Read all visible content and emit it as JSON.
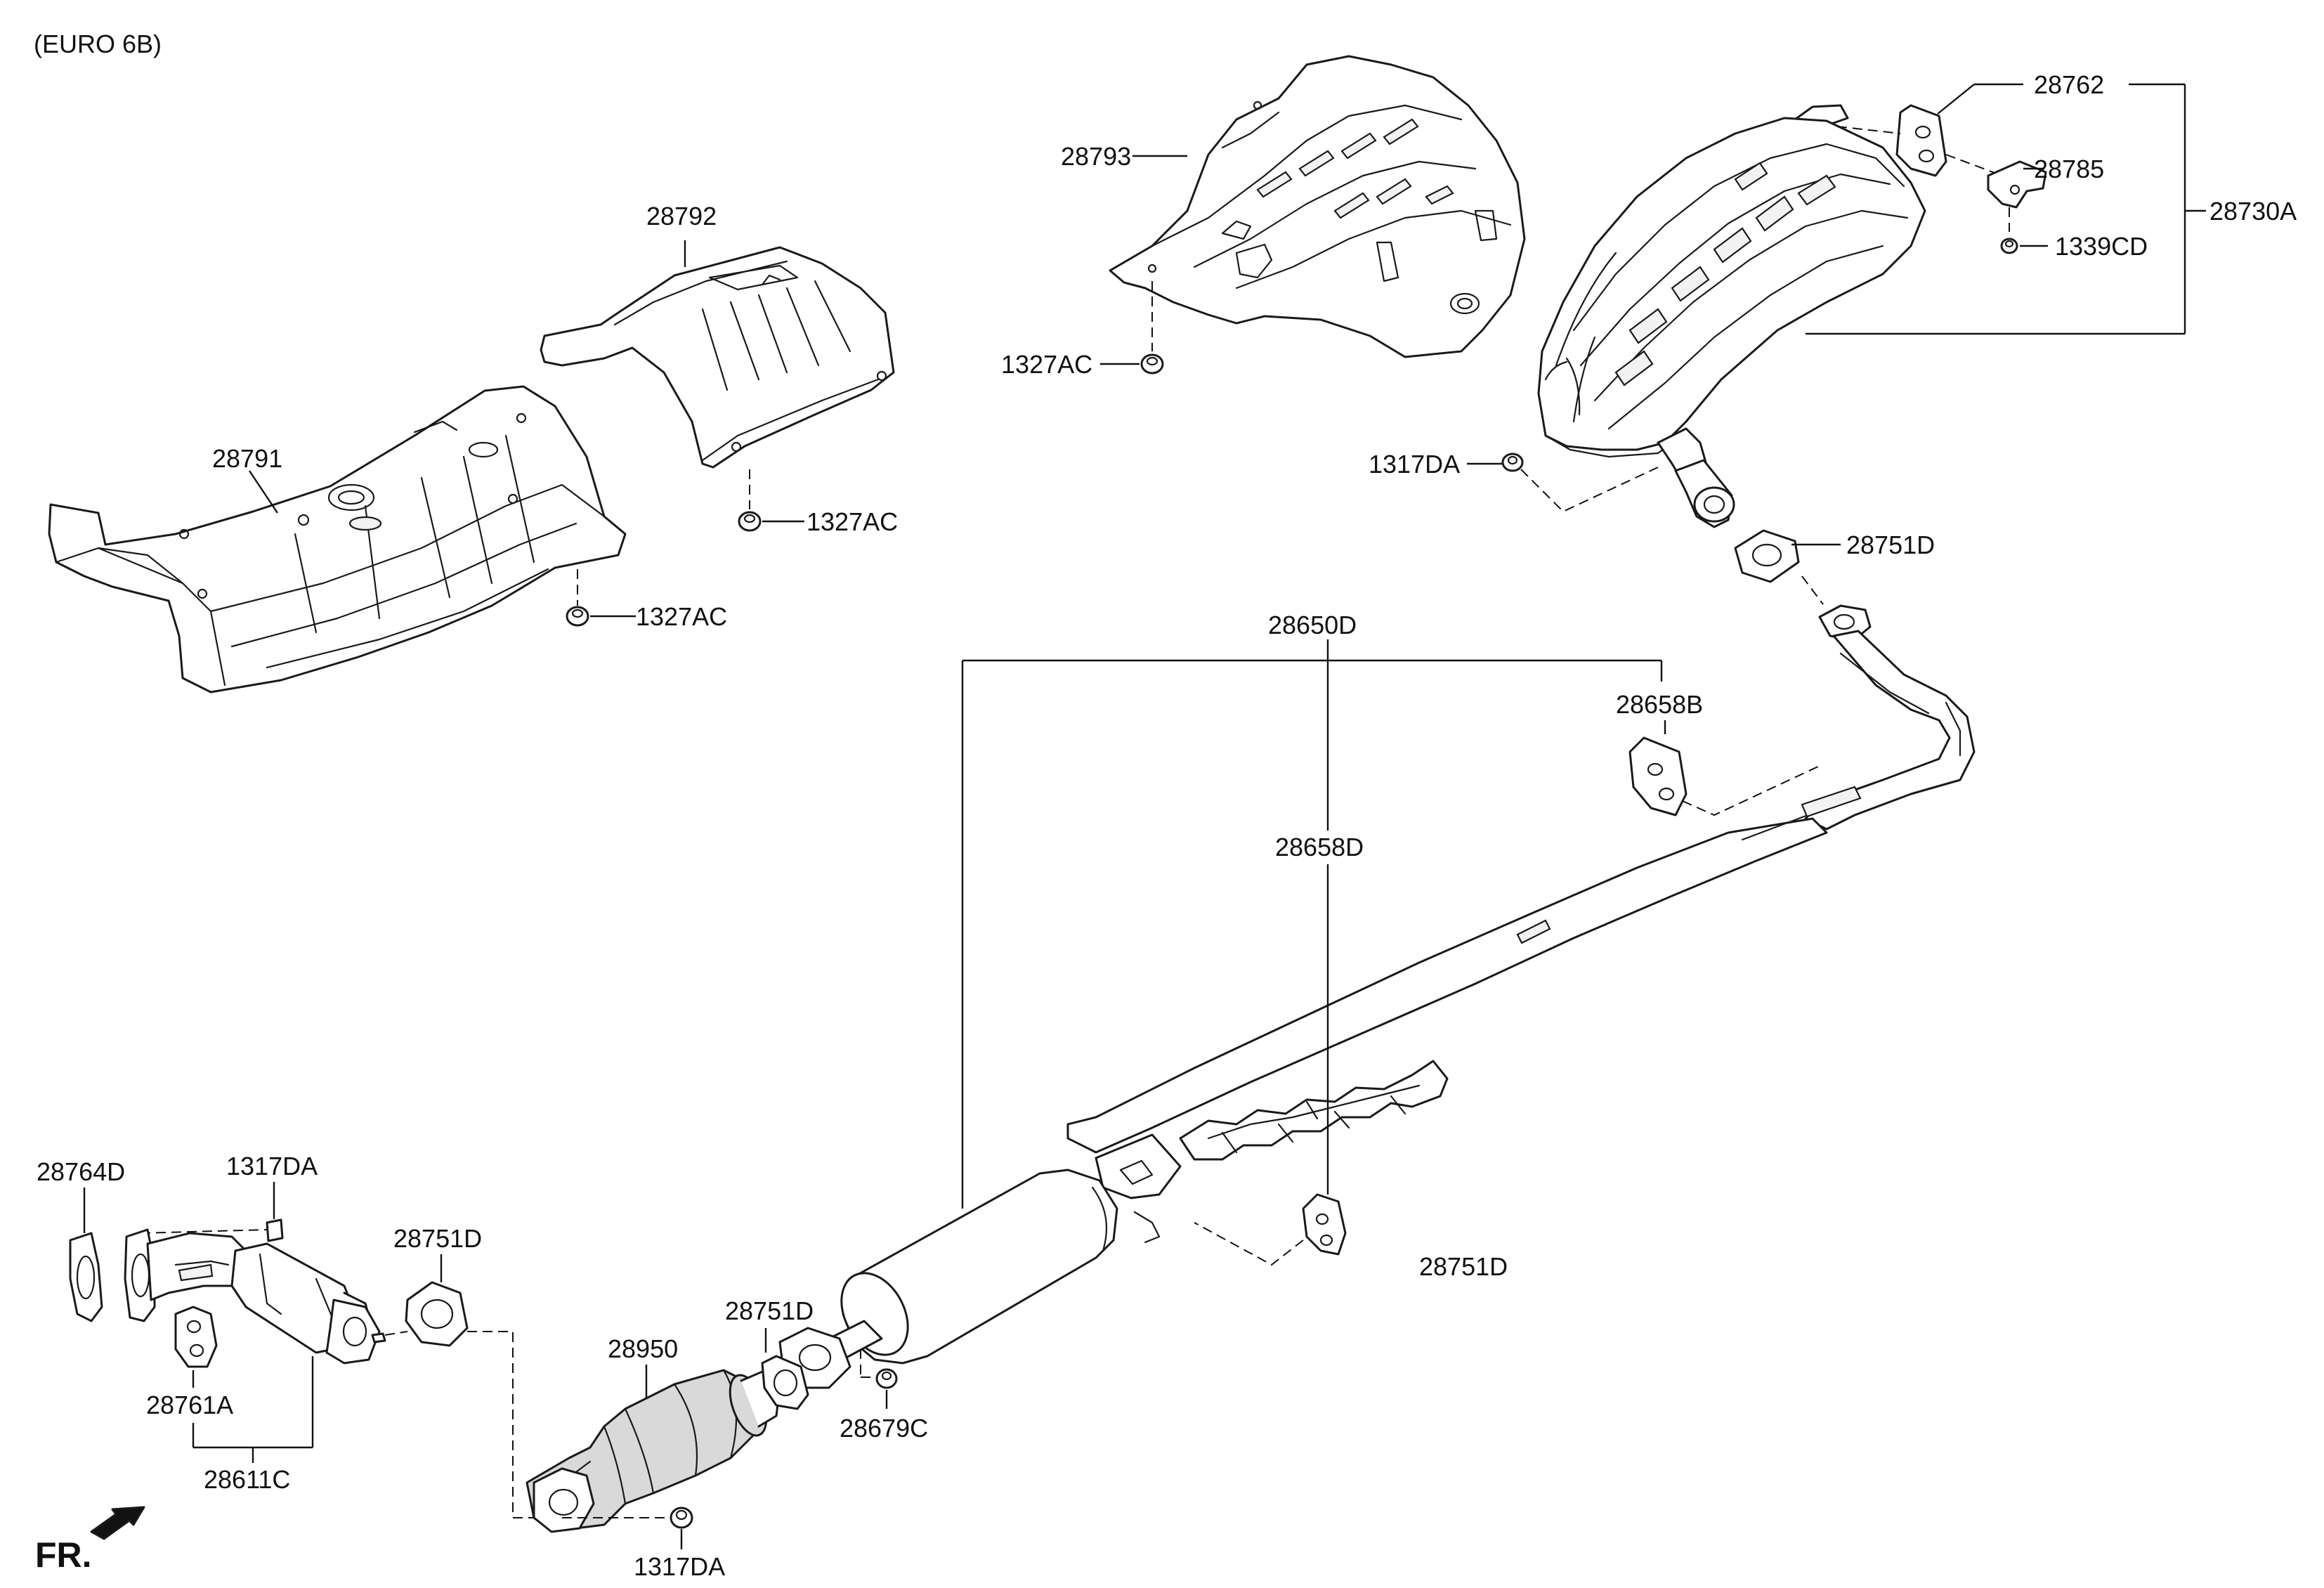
{
  "header": {
    "variant": "(EURO 6B)"
  },
  "direction": {
    "front_label": "FR."
  },
  "labels": {
    "p28792": "28792",
    "p28791": "28791",
    "p1327ac_a": "1327AC",
    "p1327ac_b": "1327AC",
    "p1327ac_c": "1327AC",
    "p28793": "28793",
    "p28762": "28762",
    "p28785": "28785",
    "p28730a": "28730A",
    "p1339cd": "1339CD",
    "p1317da_a": "1317DA",
    "p28751d_a": "28751D",
    "p28650d": "28650D",
    "p28658b": "28658B",
    "p28658d": "28658D",
    "p28751d_b": "28751D",
    "p28764d": "28764D",
    "p1317da_b": "1317DA",
    "p28751d_c": "28751D",
    "p28761a": "28761A",
    "p28611c": "28611C",
    "p28950": "28950",
    "p28751d_d": "28751D",
    "p28679c": "28679C",
    "p1317da_c": "1317DA"
  }
}
